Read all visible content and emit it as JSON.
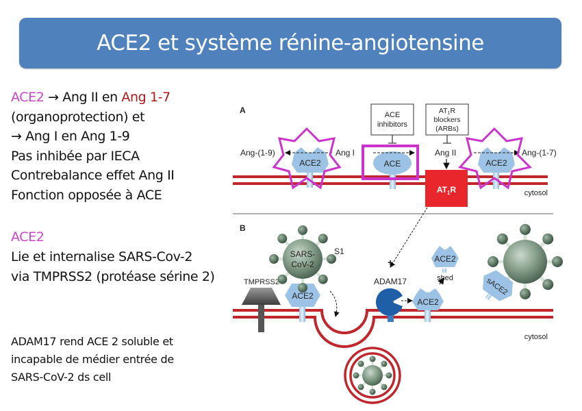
{
  "title": "ACE2 et système rénine-angiotensine",
  "colors": {
    "title_bg": "#4f81bd",
    "accent_magenta": "#cc44cc",
    "accent_darkred": "#b01818",
    "membrane_red": "#c0272d",
    "receptor_red": "#e8262b",
    "ace2_blue": "#9cc3e6",
    "adam17_blue": "#1f5fa8",
    "virus_green": "#7f9b85"
  },
  "text_block_1": {
    "line1": {
      "ace2": "ACE2",
      "arrow": " → Ang II en ",
      "ang17": "Ang 1-7"
    },
    "line2": "(organoprotection) et",
    "line3": "→ Ang I en Ang 1-9",
    "line4": "Pas inhibée par IECA",
    "line5": "Contrebalance effet Ang II",
    "line6": "Fonction opposée à ACE"
  },
  "text_block_2": {
    "heading": "ACE2",
    "line1": "Lie et internalise SARS-Cov-2",
    "line2": "via TMPRSS2 (protéase sérine 2)"
  },
  "text_block_3": {
    "line1": "ADAM17 rend ACE 2  soluble et",
    "line2": "incapable de médier entrée  de",
    "line3": "SARS-CoV-2 ds cell"
  },
  "diagram": {
    "panel_a": {
      "label": "A",
      "ang19": "Ang-(1-9)",
      "ang1": "Ang I",
      "ang2": "Ang II",
      "ang17": "Ang-(1-7)",
      "ace2_left": "ACE2",
      "ace": "ACE",
      "ace2_right": "ACE2",
      "ace_inhibitors_l1": "ACE",
      "ace_inhibitors_l2": "inhibitors",
      "arb_l1": "AT",
      "arb_l1_sub": "1",
      "arb_l1_end": "R",
      "arb_l2": "blockers",
      "arb_l3": "(ARBs)",
      "at1r": "AT",
      "at1r_sub": "1",
      "at1r_end": "R",
      "cytosol": "cytosol"
    },
    "panel_b": {
      "label": "B",
      "virus_l1": "SARS-",
      "virus_l2": "CoV-2",
      "s1": "S1",
      "tmprss2": "TMPRSS2",
      "ace2_bound": "ACE2",
      "plus": "+",
      "adam17": "ADAM17",
      "ace2_cleaved": "ACE2",
      "ace2_shed": "ACE2",
      "shed": "shed",
      "sace2": "sACE2",
      "cytosol": "cytosol"
    }
  }
}
